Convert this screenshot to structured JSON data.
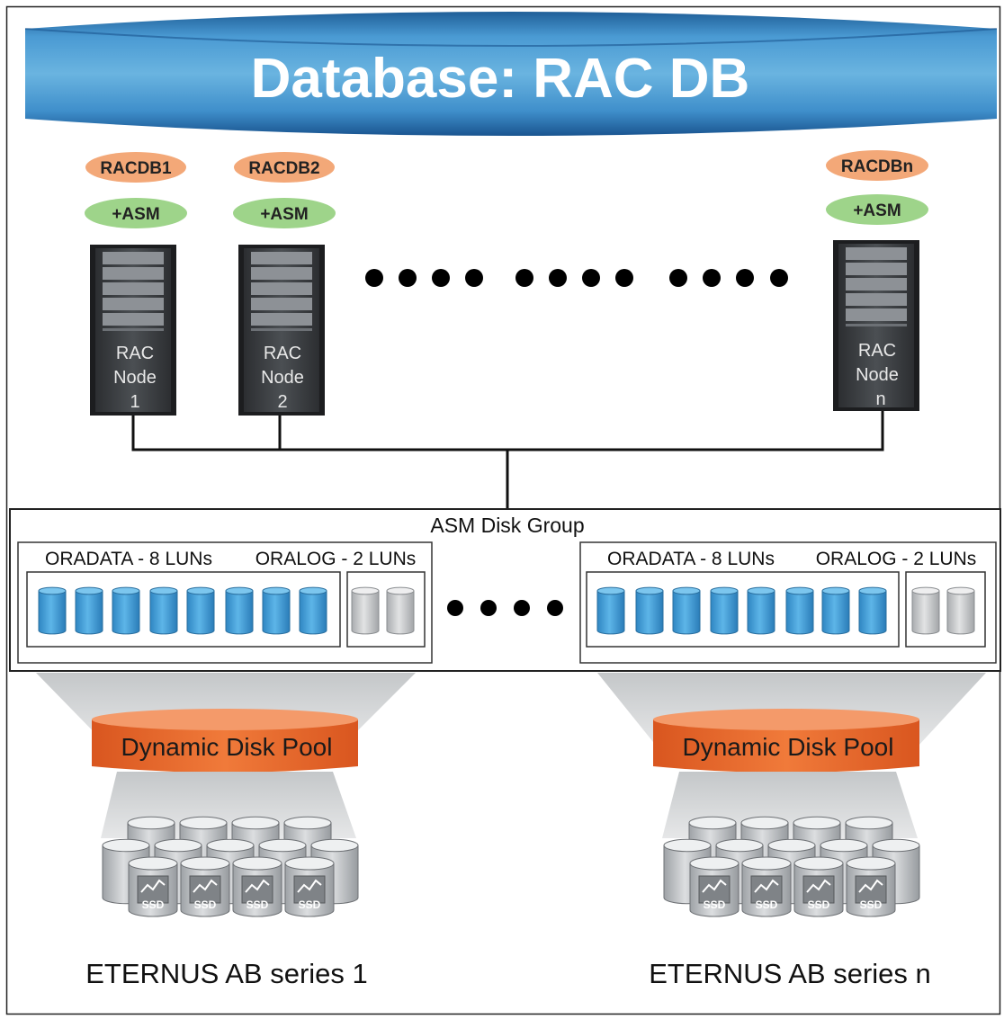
{
  "colors": {
    "banner_dark": "#1f5f98",
    "banner_mid": "#3f8fcb",
    "banner_light": "#6ab4e0",
    "db_oval": "#f3a878",
    "asm_oval": "#9ed48a",
    "server_body": "#3f4246",
    "server_drive": "#8d9196",
    "lun_blue": "#3d9fd8",
    "lun_gray": "#c9cbcd",
    "pool_orange": "#e9662c",
    "funnel_gray": "#b9bcbe",
    "ssd_gray": "#c5c8cb"
  },
  "banner": {
    "title": "Database: RAC DB"
  },
  "nodes": [
    {
      "db": "RACDB1",
      "asm": "+ASM",
      "line1": "RAC",
      "line2": "Node",
      "line3": "1"
    },
    {
      "db": "RACDB2",
      "asm": "+ASM",
      "line1": "RAC",
      "line2": "Node",
      "line3": "2"
    },
    {
      "db": "RACDBn",
      "asm": "+ASM",
      "line1": "RAC",
      "line2": "Node",
      "line3": "n"
    }
  ],
  "asm_group": {
    "title": "ASM Disk Group",
    "panels": [
      {
        "oradata": "ORADATA - 8 LUNs",
        "oralog": "ORALOG - 2 LUNs",
        "data_luns": 8,
        "log_luns": 2
      },
      {
        "oradata": "ORADATA - 8 LUNs",
        "oralog": "ORALOG - 2 LUNs",
        "data_luns": 8,
        "log_luns": 2
      }
    ]
  },
  "pools": [
    {
      "label": "Dynamic Disk Pool",
      "ssd_label": "SSD",
      "system": "ETERNUS AB series 1"
    },
    {
      "label": "Dynamic Disk Pool",
      "ssd_label": "SSD",
      "system": "ETERNUS AB series n"
    }
  ]
}
